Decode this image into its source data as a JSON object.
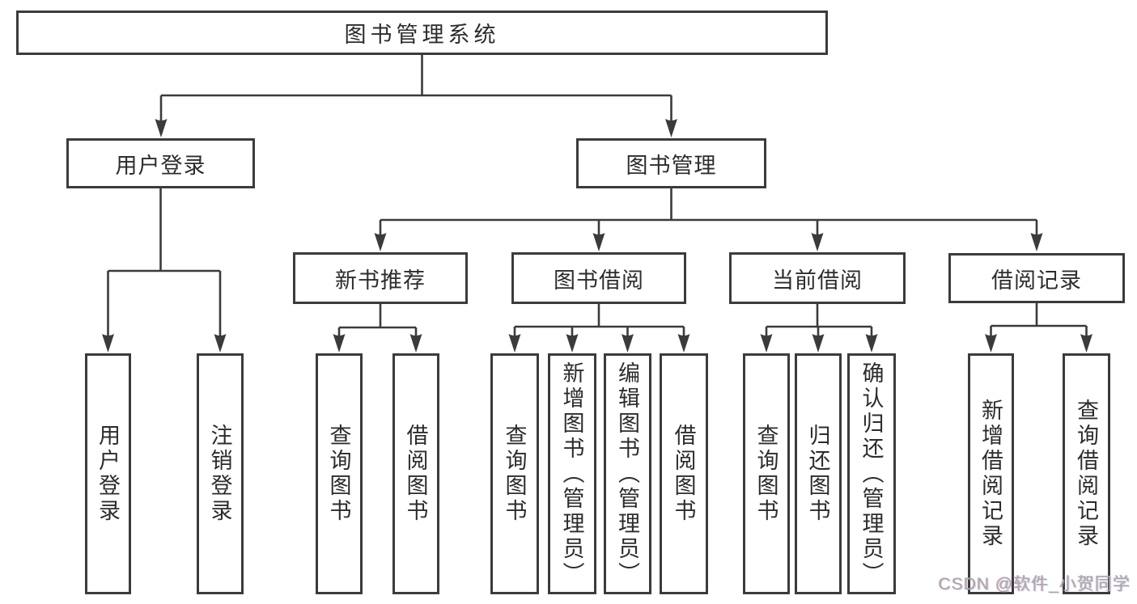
{
  "nodes": {
    "root": "图书管理系统",
    "userLogin": "用户登录",
    "bookMgmt": "图书管理",
    "newBooks": "新书推荐",
    "bookBorrow": "图书借阅",
    "currentBorrow": "当前借阅",
    "borrowRecords": "借阅记录"
  },
  "leaves": {
    "user": [
      "用户登录",
      "注销登录"
    ],
    "newBooks": [
      "查询图书",
      "借阅图书"
    ],
    "bookBorrow": [
      "查询图书",
      "新增图书（管理员）",
      "编辑图书（管理员）",
      "借阅图书"
    ],
    "currentBorrow": [
      "查询图书",
      "归还图书",
      "确认归还（管理员）"
    ],
    "borrowRecords": [
      "新增借阅记录",
      "查询借阅记录"
    ]
  },
  "watermark": "CSDN @软件_小贺同学",
  "colors": {
    "line": "#3b3b3b",
    "text": "#2c2c2c",
    "background": "#ffffff",
    "watermark": "#a9a9a9"
  }
}
